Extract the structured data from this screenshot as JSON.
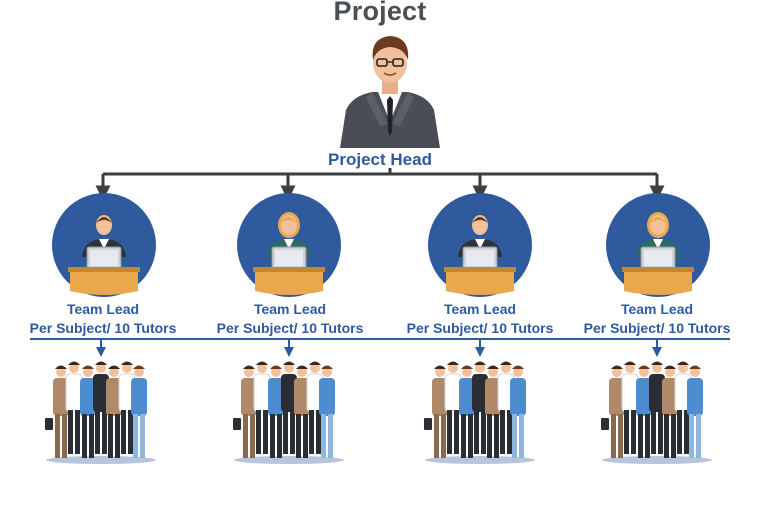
{
  "title": "Project",
  "head": {
    "label": "Project Head"
  },
  "colors": {
    "connector": "#3b3d42",
    "accent": "#2f5a9e",
    "circle": "#2f5a9e",
    "desk": "#e9a84c"
  },
  "teams": [
    {
      "role": "Team Lead",
      "scope": "Per Subject/ 10 Tutors",
      "lead_gender": "male"
    },
    {
      "role": "Team Lead",
      "scope": "Per Subject/ 10 Tutors",
      "lead_gender": "female"
    },
    {
      "role": "Team Lead",
      "scope": "Per Subject/ 10 Tutors",
      "lead_gender": "male"
    },
    {
      "role": "Team Lead",
      "scope": "Per Subject/ 10 Tutors",
      "lead_gender": "female"
    }
  ]
}
